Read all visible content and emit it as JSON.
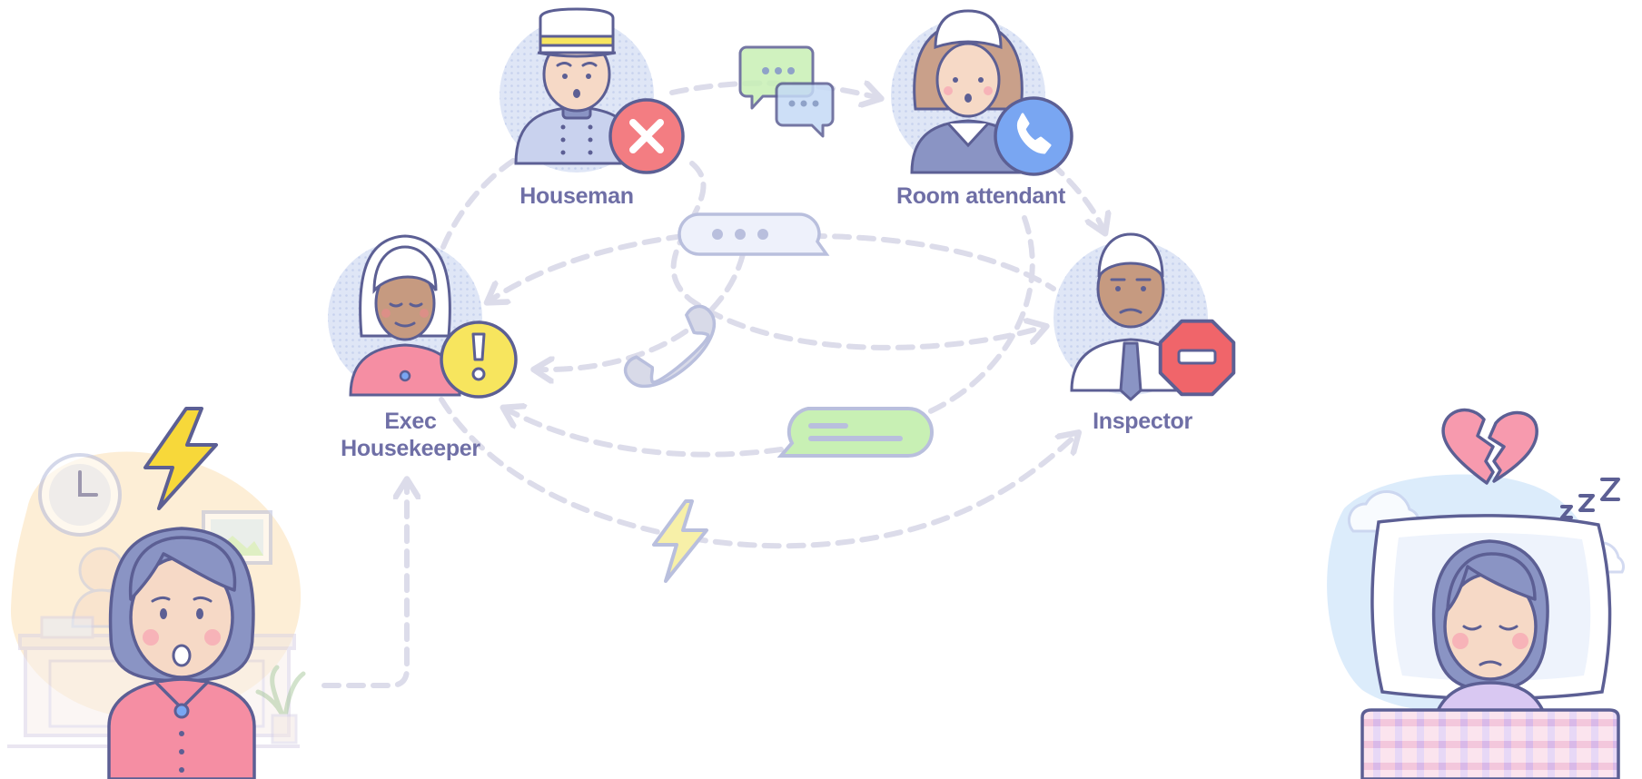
{
  "roles": {
    "houseman": "Houseman",
    "room_attendant": "Room attendant",
    "exec_housekeeper_line1": "Exec",
    "exec_housekeeper_line2": "Housekeeper",
    "inspector": "Inspector"
  },
  "icons": {
    "houseman_badge": "close-icon",
    "room_attendant_badge": "phone-icon",
    "exec_housekeeper_badge": "exclamation-icon",
    "inspector_badge": "stop-icon",
    "channels": [
      "chat-bubbles-icon",
      "typing-bubble-icon",
      "phone-handset-icon",
      "message-bubble-icon",
      "lightning-icon"
    ]
  },
  "colors": {
    "outline": "#5c5f94",
    "label": "#6f6fa6",
    "dash": "#dcdcea",
    "dot_bg": "#dfe6f6",
    "skin": "#f6d9c6",
    "skin_dark": "#c69a80",
    "hair_gray": "#8a94c4",
    "hair_brown": "#c9a08a",
    "red_badge": "#f37d82",
    "blue_badge": "#79a6f2",
    "yellow_badge": "#f7e55e",
    "stop_red": "#f0656a",
    "green_bubble": "#c8f0b4",
    "pink_shirt": "#f58ea3",
    "peach_bg": "#fdebcf",
    "sky_bg": "#dcecfb"
  }
}
